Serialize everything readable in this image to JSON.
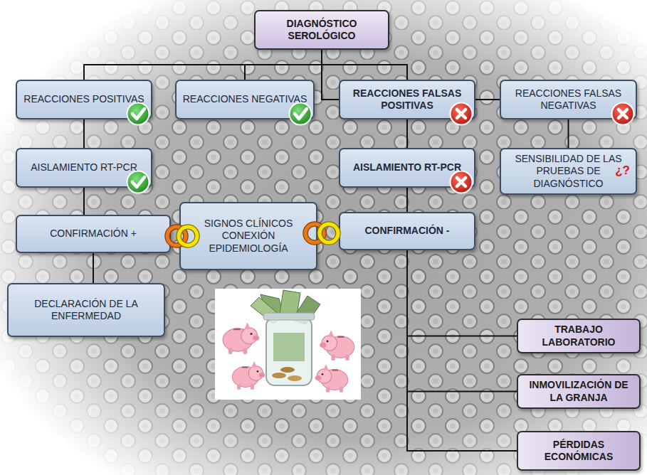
{
  "diagram": {
    "nodes": [
      {
        "text": [
          "DIAGNÓSTICO SEROLÓGICO"
        ]
      },
      {
        "text": [
          "REACCIONES POSITIVAS"
        ]
      },
      {
        "text": [
          "REACCIONES NEGATIVAS"
        ]
      },
      {
        "text": [
          "REACCIONES FALSAS POSITIVAS"
        ]
      },
      {
        "text": [
          "REACCIONES FALSAS NEGATIVAS"
        ]
      },
      {
        "text": [
          "AISLAMIENTO RT-PCR"
        ]
      },
      {
        "text": [
          "AISLAMIENTO RT-PCR"
        ]
      },
      {
        "text": [
          "SENSIBILIDAD DE LAS PRUEBAS DE DIAGNÓSTICO",
          "¿?"
        ]
      },
      {
        "text": [
          "CONFIRMACIÓN +"
        ]
      },
      {
        "text": [
          "SIGNOS CLÍNICOS CONEXIÓN EPIDEMIOLOGÍA"
        ]
      },
      {
        "text": [
          "CONFIRMACIÓN -"
        ]
      },
      {
        "text": [
          "DECLARACIÓN DE LA ENFERMEDAD"
        ]
      },
      {
        "text": [
          "TRABAJO LABORATORIO"
        ]
      },
      {
        "text": [
          "INMOVILIZACIÓN DE LA GRANJA"
        ]
      },
      {
        "text": [
          "PÉRDIDAS ECONÓMICAS"
        ]
      }
    ],
    "edges": [
      {
        "from": 0,
        "to": 1,
        "arrow": "none"
      },
      {
        "from": 0,
        "to": 2,
        "arrow": "none"
      },
      {
        "from": 0,
        "to": 3,
        "arrow": "none"
      },
      {
        "from": 0,
        "to": 4,
        "arrow": "none"
      },
      {
        "from": 1,
        "to": 5,
        "arrow": "none"
      },
      {
        "from": 5,
        "to": 8,
        "arrow": "none"
      },
      {
        "from": 8,
        "to": 11,
        "arrow": "none"
      },
      {
        "from": 3,
        "to": 6,
        "arrow": "none"
      },
      {
        "from": 6,
        "to": 10,
        "arrow": "none"
      },
      {
        "from": 4,
        "to": 7,
        "arrow": "none"
      },
      {
        "from": 10,
        "to": 12,
        "arrow": "none"
      },
      {
        "from": 10,
        "to": 13,
        "arrow": "none"
      },
      {
        "from": 10,
        "to": 14,
        "arrow": "none"
      }
    ]
  }
}
